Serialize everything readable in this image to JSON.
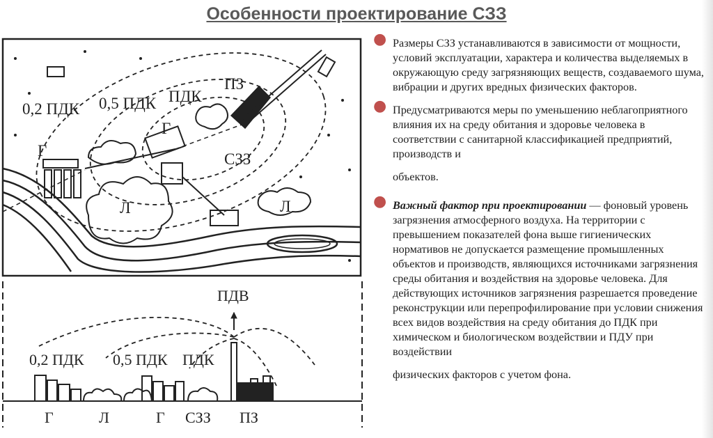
{
  "title": "Особенности проектирование СЗЗ",
  "figure": {
    "plan_labels": {
      "pdk02": "0,2 ПДК",
      "pdk05": "0,5 ПДК",
      "pdk": "ПДК",
      "pz": "ПЗ",
      "g_left": "Г",
      "g_center": "Г",
      "szz": "СЗЗ",
      "l_center": "Л",
      "l_right": "Л"
    },
    "section_labels": {
      "pdv": "ПДВ",
      "pdk02": "0,2 ПДК",
      "pdk05": "0,5 ПДК",
      "pdk": "ПДК",
      "g1": "Г",
      "l": "Л",
      "g2": "Г",
      "szz": "СЗЗ",
      "pz": "ПЗ"
    }
  },
  "bullets": {
    "b1": "Размеры СЗЗ устанавливаются в зависимости от мощности, условий эксплуатации, характера и количества выделяемых в окружающую среду загрязняющих веществ, создаваемого шума, вибрации и других вредных физических факторов.",
    "b2_main": "Предусматриваются меры по уменьшению неблагоприятного влияния их на среду обитания и здоровье человека в соответствии с санитарной классификацией предприятий, производств и",
    "b2_tail": "объектов.",
    "b3_em": "Важный фактор  при проектировании",
    "b3_main": " — фоновый уровень загрязнения атмосферного воздуха. На территории с превышением показателей фона выше гигиенических нормативов не допускается размещение промышленных объектов и производств, являющихся источниками загрязнения среды обитания и воздействия на здоровье человека. Для действующих источников загрязнения разрешается проведение реконструкции или перепрофилирование при условии снижения всех видов воздействия на среду обитания до ПДК при химическом и биологическом воздействии и ПДУ при воздействии",
    "b3_tail": "физических факторов с учетом фона."
  },
  "colors": {
    "bullet": "#c0504d",
    "title": "#595959",
    "text": "#1f1f1f"
  }
}
